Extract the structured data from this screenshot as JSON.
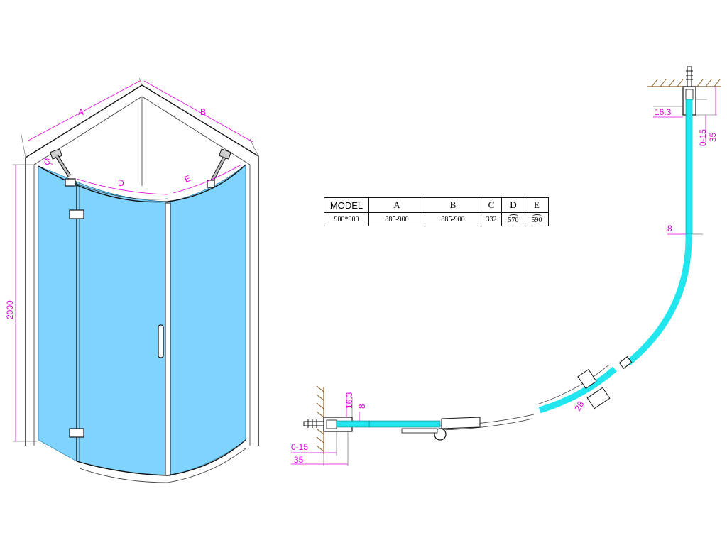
{
  "spec_table": {
    "headers": [
      "MODEL",
      "A",
      "B",
      "C",
      "D",
      "E"
    ],
    "row": [
      "900*900",
      "885-900",
      "885-900",
      "332",
      "570",
      "590"
    ],
    "arc_columns": [
      4,
      5
    ]
  },
  "left_view": {
    "labels": {
      "a": "A",
      "b": "B",
      "c": "C",
      "d": "D",
      "e": "E",
      "height": "2000"
    }
  },
  "plan_view": {
    "labels": {
      "wall_offset_top": "16.3",
      "adjust_top": "0-15",
      "depth_top": "35",
      "glass_top": "8",
      "wall_offset_left": "16.3",
      "glass_left": "8",
      "adjust_left": "0-15",
      "depth_left": "35",
      "curve_gap": "28"
    }
  },
  "colors": {
    "glass": "#7ed4ff",
    "plan_glass": "#22e6ee",
    "dimension": "#e000e0",
    "wall_hatch": "#8b5a1e"
  }
}
